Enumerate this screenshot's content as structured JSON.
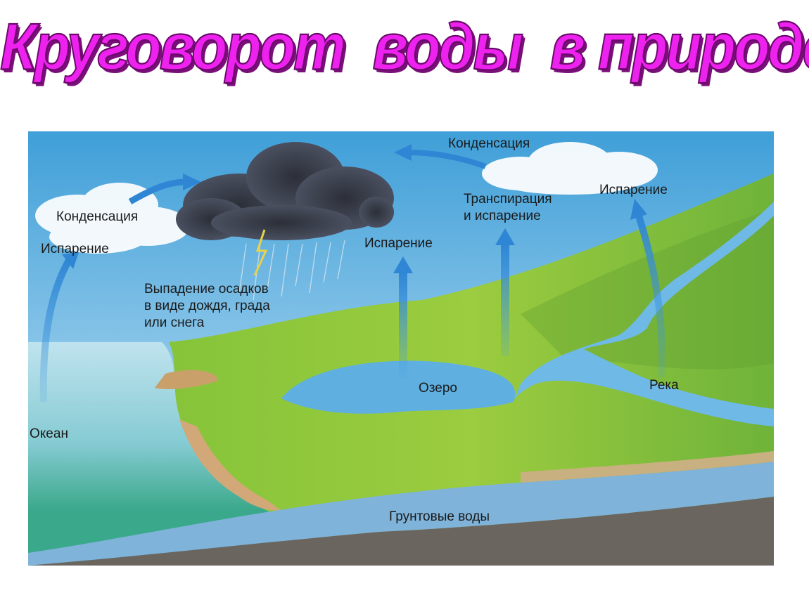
{
  "title": "Круговорот  воды  в природе",
  "labels": {
    "condensation_left": "Конденсация",
    "evaporation_left": "Испарение",
    "precipitation": "Выпадение осадков\nв виде дождя, града\nили снега",
    "ocean": "Океан",
    "evaporation_lake": "Испарение",
    "lake": "Озеро",
    "transpiration": "Транспирация\nи испарение",
    "condensation_top": "Конденсация",
    "evaporation_river": "Испарение",
    "river": "Река",
    "groundwater": "Грунтовые воды"
  }
}
